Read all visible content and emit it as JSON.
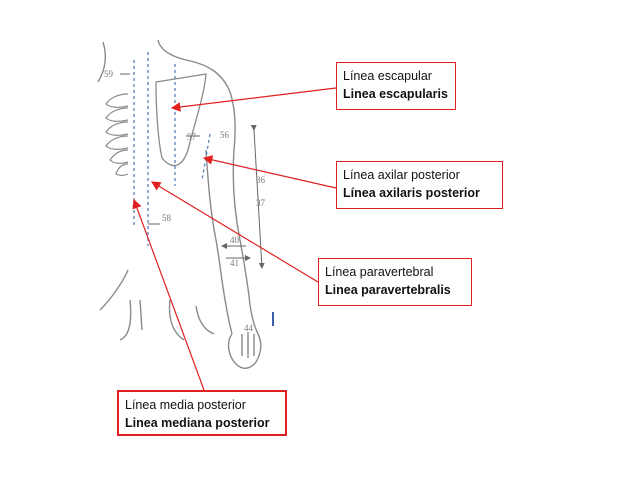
{
  "figure_numbers": [
    "59",
    "57",
    "56",
    "36",
    "37",
    "58",
    "40",
    "41",
    "44"
  ],
  "labels": [
    {
      "id": "escapular",
      "line1": "Línea escapular",
      "line2": "Linea escapularis"
    },
    {
      "id": "axilar",
      "line1": "Línea axilar posterior",
      "line2": "Línea axilaris posterior"
    },
    {
      "id": "paravertebral",
      "line1": "Línea paravertebral",
      "line2": "Linea paravertebralis"
    },
    {
      "id": "media",
      "line1": "Línea media  posterior",
      "line2": "Linea mediana posterior"
    }
  ],
  "colors": {
    "label_border": "#e02020",
    "arrow": "#e02020",
    "drawing_line": "#888888",
    "guide_line": "#5a7fb5"
  }
}
